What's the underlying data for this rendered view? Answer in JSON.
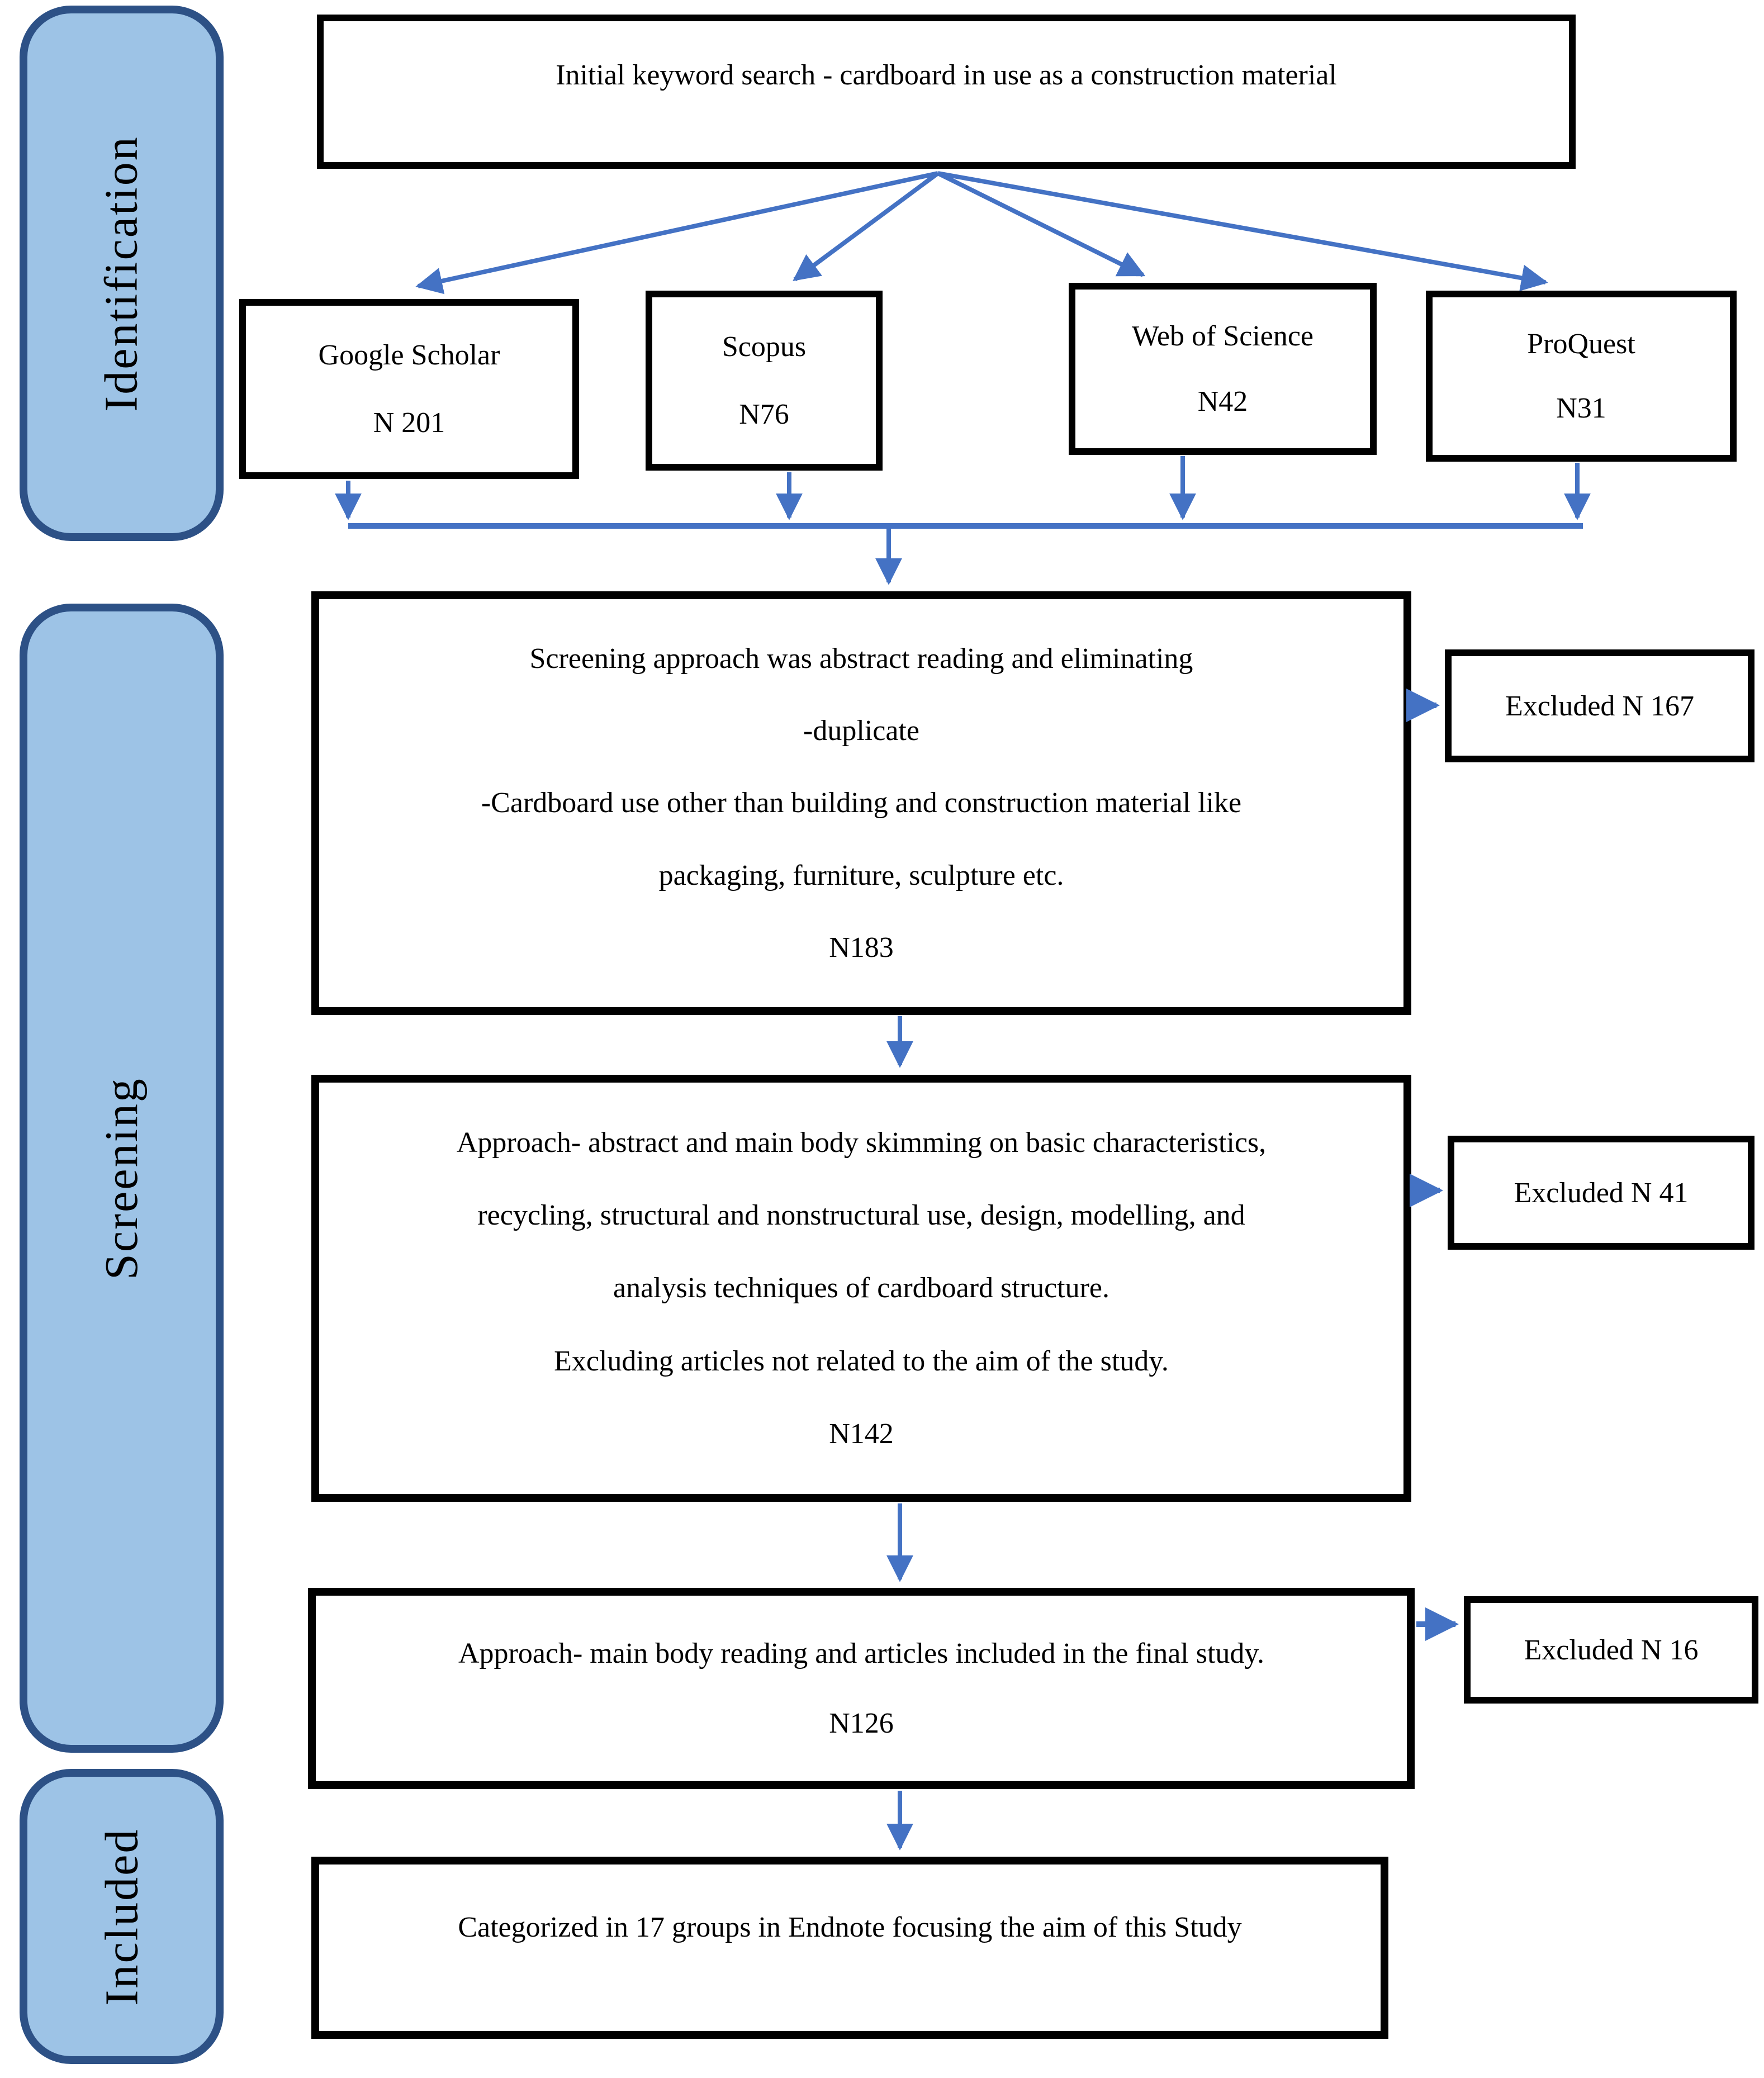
{
  "colors": {
    "arrow_blue": "#4472C4",
    "stage_fill": "#9DC3E6",
    "stage_border": "#2D5186",
    "box_border": "#000000"
  },
  "stages": {
    "identification": "Identification",
    "screening": "Screening",
    "included": "Included"
  },
  "title_box": {
    "text": "Initial keyword search - cardboard in use as a construction material"
  },
  "sources": [
    {
      "name": "Google Scholar",
      "count": "N 201"
    },
    {
      "name": "Scopus",
      "count": "N76"
    },
    {
      "name": "Web of Science",
      "count": "N42"
    },
    {
      "name": "ProQuest",
      "count": "N31"
    }
  ],
  "screening_box_1": {
    "lines": [
      "Screening approach was abstract reading and eliminating",
      "-duplicate",
      "-Cardboard use other than building and construction material like",
      "packaging, furniture, sculpture etc.",
      "N183"
    ]
  },
  "screening_box_2": {
    "lines": [
      "Approach- abstract and main body skimming on basic characteristics,",
      "recycling, structural and nonstructural use, design, modelling, and",
      "analysis techniques of cardboard structure.",
      "Excluding articles not related to the aim of the study.",
      "N142"
    ]
  },
  "screening_box_3": {
    "lines": [
      "Approach- main body reading and articles included in the final study.",
      "N126"
    ]
  },
  "included_box": {
    "text": "Categorized in 17 groups in Endnote focusing the aim of this Study"
  },
  "excluded": [
    {
      "label": "Excluded N 167"
    },
    {
      "label": "Excluded N 41"
    },
    {
      "label": "Excluded N 16"
    }
  ]
}
